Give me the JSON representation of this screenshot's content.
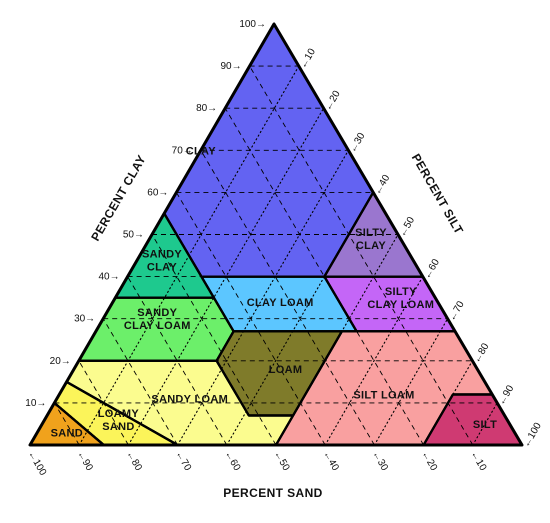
{
  "diagram": {
    "colors": {
      "clay": "#6363f2",
      "sandy_clay": "#1ec98e",
      "silty_clay": "#9a76cf",
      "sandy_clay_loam": "#6cef6a",
      "clay_loam": "#5cc6ff",
      "silty_clay_loam": "#c466f7",
      "loam": "#7f7b2a",
      "sandy_loam": "#fbfc8f",
      "silt_loam": "#f9a0a0",
      "silt": "#cf3a72",
      "loamy_sand": "#fbf45a",
      "sand": "#f0a21c"
    },
    "regions": [
      {
        "key": "clay",
        "lines": [
          "CLAY"
        ]
      },
      {
        "key": "sandy_clay",
        "lines": [
          "SANDY",
          "CLAY"
        ]
      },
      {
        "key": "silty_clay",
        "lines": [
          "SILTY",
          "CLAY"
        ]
      },
      {
        "key": "sandy_clay_loam",
        "lines": [
          "SANDY",
          "CLAY LOAM"
        ]
      },
      {
        "key": "clay_loam",
        "lines": [
          "CLAY LOAM"
        ]
      },
      {
        "key": "silty_clay_loam",
        "lines": [
          "SILTY",
          "CLAY LOAM"
        ]
      },
      {
        "key": "loam",
        "lines": [
          "LOAM"
        ]
      },
      {
        "key": "sandy_loam",
        "lines": [
          "SANDY LOAM"
        ]
      },
      {
        "key": "silt_loam",
        "lines": [
          "SILT LOAM"
        ]
      },
      {
        "key": "silt",
        "lines": [
          "SILT"
        ]
      },
      {
        "key": "loamy_sand",
        "lines": [
          "LOAMY",
          "SAND"
        ]
      },
      {
        "key": "sand",
        "lines": [
          "SAND"
        ]
      }
    ],
    "axes": {
      "clay_title": "PERCENT CLAY",
      "silt_title": "PERCENT SILT",
      "sand_title": "PERCENT SAND",
      "clay_ticks": [
        "10",
        "20",
        "30",
        "40",
        "50",
        "60",
        "70",
        "80",
        "90",
        "100"
      ],
      "silt_ticks": [
        "10",
        "20",
        "30",
        "40",
        "50",
        "60",
        "70",
        "80",
        "90",
        "100"
      ],
      "sand_ticks": [
        "100",
        "90",
        "80",
        "70",
        "60",
        "50",
        "40",
        "30",
        "20",
        "10"
      ]
    }
  }
}
